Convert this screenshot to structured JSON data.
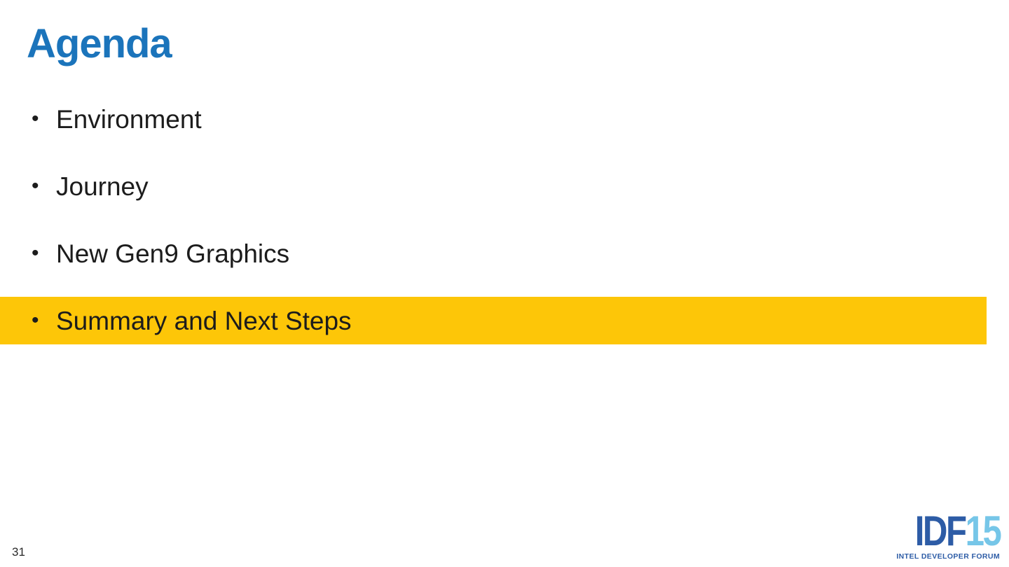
{
  "slide": {
    "title": "Agenda",
    "bullet_char": "•",
    "bullets": [
      {
        "label": "Environment",
        "highlighted": false
      },
      {
        "label": "Journey",
        "highlighted": false
      },
      {
        "label": "New Gen9 Graphics",
        "highlighted": false
      },
      {
        "label": "Summary and Next Steps",
        "highlighted": true
      }
    ],
    "page_number": "31"
  },
  "logo": {
    "mark": "IDF",
    "year": "15",
    "tagline": "INTEL DEVELOPER FORUM"
  },
  "colors": {
    "title_blue": "#1B74BB",
    "highlight_yellow": "#FDC608",
    "body_text": "#1C1C1C",
    "logo_dark_blue": "#2D5CA6",
    "logo_light_blue": "#76C6E8",
    "background": "#FFFFFF"
  }
}
